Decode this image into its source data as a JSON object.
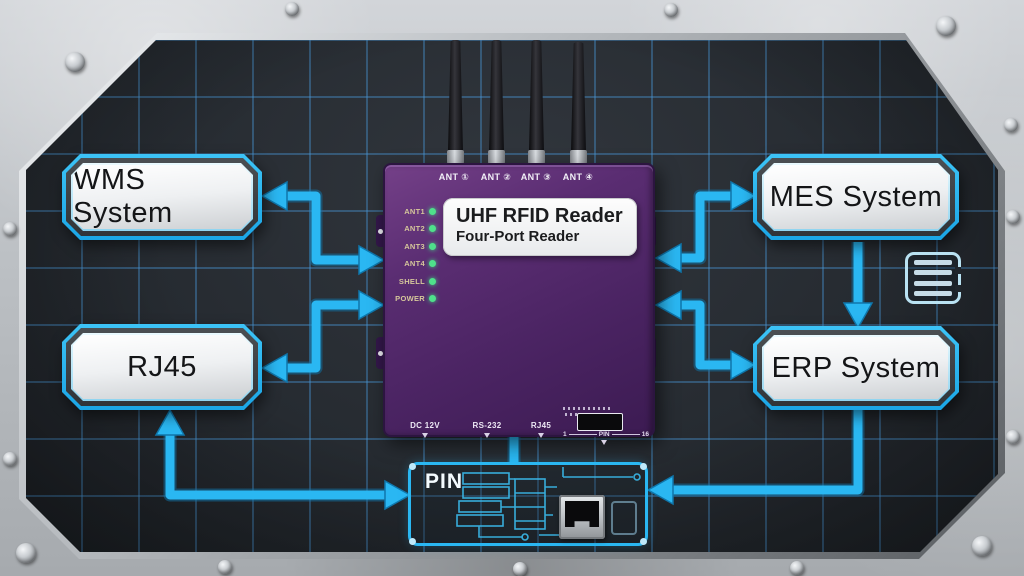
{
  "colors": {
    "accent": "#2ab7f2",
    "panel": "#262b31",
    "grid_line": "#4896d6",
    "device_purple": "#4b2463",
    "metal": "#bfc3c7",
    "led_green": "#4fe08b",
    "box_face": "#f2f3f5"
  },
  "systems": {
    "wms": "WMS System",
    "mes": "MES System",
    "rj45": "RJ45",
    "erp": "ERP System"
  },
  "device": {
    "title": "UHF RFID Reader",
    "subtitle": "Four-Port Reader",
    "antenna_labels": [
      "ANT ①",
      "ANT ②",
      "ANT ③",
      "ANT ④"
    ],
    "led_labels": [
      "ANT1",
      "ANT2",
      "ANT3",
      "ANT4",
      "SHELL",
      "POWER"
    ],
    "port_labels": [
      "DC 12V",
      "RS-232",
      "RJ45"
    ],
    "pin_header": {
      "first_pin": "1",
      "label": "PIN",
      "last_pin": "16"
    }
  },
  "pin_panel": {
    "label": "PIN"
  },
  "icons": {
    "mes_erp_side": "document-list-icon",
    "pin_panel_port": "rj45-jack-icon",
    "frame_fasteners": "rivet-screw-icon"
  }
}
